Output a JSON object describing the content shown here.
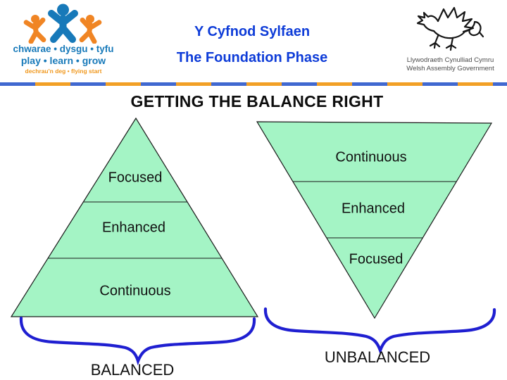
{
  "header": {
    "logo": {
      "line1": "chwarae • dysgu • tyfu",
      "line2": "play • learn • grow",
      "line3": "dechrau'n deg • flying start"
    },
    "title_welsh": "Y Cyfnod Sylfaen",
    "title_english": "The Foundation Phase",
    "gov": {
      "line1": "Llywodraeth Cynulliad Cymru",
      "line2": "Welsh Assembly Government"
    }
  },
  "main": {
    "title": "GETTING THE BALANCE RIGHT"
  },
  "pyramids": {
    "balanced": {
      "sections": [
        "Focused",
        "Enhanced",
        "Continuous"
      ],
      "caption": "BALANCED"
    },
    "unbalanced": {
      "sections": [
        "Continuous",
        "Enhanced",
        "Focused"
      ],
      "caption": "UNBALANCED"
    }
  },
  "colors": {
    "triangle_fill": "#a4f4c5",
    "triangle_stroke": "#1a1a1a",
    "brace_blue": "#1f1fd1",
    "header_blue": "#0e3cd8",
    "logo_blue": "#1779b9",
    "logo_orange": "#f08524",
    "tagline_orange": "#f0981e",
    "dash_blue": "#4068d0",
    "dash_orange": "#f2a025",
    "gov_text": "#4c4c4c"
  }
}
